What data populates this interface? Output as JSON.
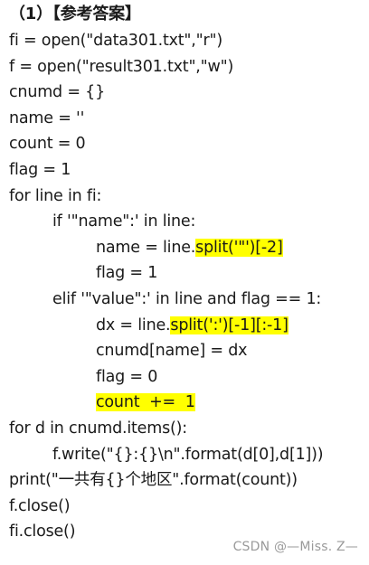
{
  "heading": "（1）【参考答案】",
  "code_lines": [
    {
      "id": "l1",
      "indent": 0,
      "parts": [
        {
          "text": "fi = open(\"data301.txt\",\"r\")",
          "hl": false
        }
      ]
    },
    {
      "id": "l2",
      "indent": 0,
      "parts": [
        {
          "text": "f = open(\"result301.txt\",\"w\")",
          "hl": false
        }
      ]
    },
    {
      "id": "l3",
      "indent": 0,
      "parts": [
        {
          "text": "cnumd = {}",
          "hl": false
        }
      ]
    },
    {
      "id": "l4",
      "indent": 0,
      "parts": [
        {
          "text": "name = ''",
          "hl": false
        }
      ]
    },
    {
      "id": "l5",
      "indent": 0,
      "parts": [
        {
          "text": "count = 0",
          "hl": false
        }
      ]
    },
    {
      "id": "l6",
      "indent": 0,
      "parts": [
        {
          "text": "flag = 1",
          "hl": false
        }
      ]
    },
    {
      "id": "l7",
      "indent": 0,
      "parts": [
        {
          "text": "for line in fi:",
          "hl": false
        }
      ]
    },
    {
      "id": "l8",
      "indent": 1,
      "parts": [
        {
          "text": "if '\"name\":' in line:",
          "hl": false
        }
      ]
    },
    {
      "id": "l9",
      "indent": 2,
      "parts": [
        {
          "text": "name = line.",
          "hl": false
        },
        {
          "text": "split('\"')[-2]",
          "hl": true
        }
      ]
    },
    {
      "id": "l10",
      "indent": 2,
      "parts": [
        {
          "text": "flag = 1",
          "hl": false
        }
      ]
    },
    {
      "id": "l11",
      "indent": 1,
      "parts": [
        {
          "text": "elif '\"value\":' in line and flag == 1:",
          "hl": false
        }
      ]
    },
    {
      "id": "l12",
      "indent": 2,
      "parts": [
        {
          "text": "dx = line.",
          "hl": false
        },
        {
          "text": "split(':')[-1][:-1]",
          "hl": true
        }
      ]
    },
    {
      "id": "l13",
      "indent": 2,
      "parts": [
        {
          "text": "cnumd[name] = dx",
          "hl": false
        }
      ]
    },
    {
      "id": "l14",
      "indent": 2,
      "parts": [
        {
          "text": "flag = 0",
          "hl": false
        }
      ]
    },
    {
      "id": "l15",
      "indent": 2,
      "parts": [
        {
          "text": "count  +=  1",
          "hl": true
        }
      ]
    },
    {
      "id": "l16",
      "indent": 0,
      "parts": [
        {
          "text": "for d in cnumd.items():",
          "hl": false
        }
      ]
    },
    {
      "id": "l17",
      "indent": 1,
      "parts": [
        {
          "text": "f.write(\"{}:{}\\n\".format(d[0],d[1]))",
          "hl": false
        }
      ]
    },
    {
      "id": "l18",
      "indent": 0,
      "parts": [
        {
          "text": "print(\"一共有{}个地区\".format(count))",
          "hl": false
        }
      ]
    },
    {
      "id": "l19",
      "indent": 0,
      "parts": [
        {
          "text": "f.close()",
          "hl": false
        }
      ]
    },
    {
      "id": "l20",
      "indent": 0,
      "parts": [
        {
          "text": "fi.close()",
          "hl": false
        }
      ]
    }
  ],
  "watermark": "CSDN @—Miss. Z—",
  "highlight_color": "#ffff00"
}
